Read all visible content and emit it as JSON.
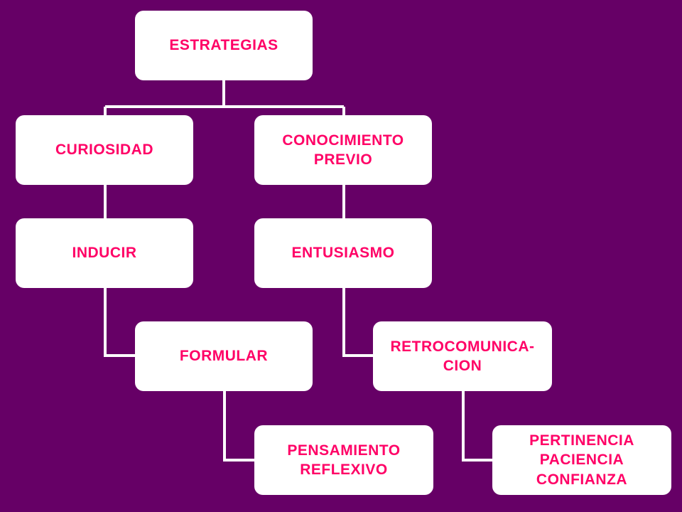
{
  "colors": {
    "background": "#660066",
    "node_fill": "#ffffff",
    "node_text": "#ff0066",
    "connector": "#ffffff"
  },
  "diagram": {
    "nodes": {
      "estrategias": "ESTRATEGIAS",
      "curiosidad": "CURIOSIDAD",
      "conocimiento_previo": "CONOCIMIENTO\nPREVIO",
      "inducir": "INDUCIR",
      "entusiasmo": "ENTUSIASMO",
      "formular": "FORMULAR",
      "retrocomunicacion": "RETROCOMUNICA-\nCION",
      "pensamiento_reflexivo": "PENSAMIENTO\nREFLEXIVO",
      "pertinencia": "PERTINENCIA\nPACIENCIA\nCONFIANZA"
    },
    "edges": [
      [
        "estrategias",
        "curiosidad"
      ],
      [
        "estrategias",
        "conocimiento_previo"
      ],
      [
        "curiosidad",
        "inducir"
      ],
      [
        "inducir",
        "formular"
      ],
      [
        "formular",
        "pensamiento_reflexivo"
      ],
      [
        "conocimiento_previo",
        "entusiasmo"
      ],
      [
        "entusiasmo",
        "retrocomunicacion"
      ],
      [
        "retrocomunicacion",
        "pertinencia"
      ]
    ]
  }
}
